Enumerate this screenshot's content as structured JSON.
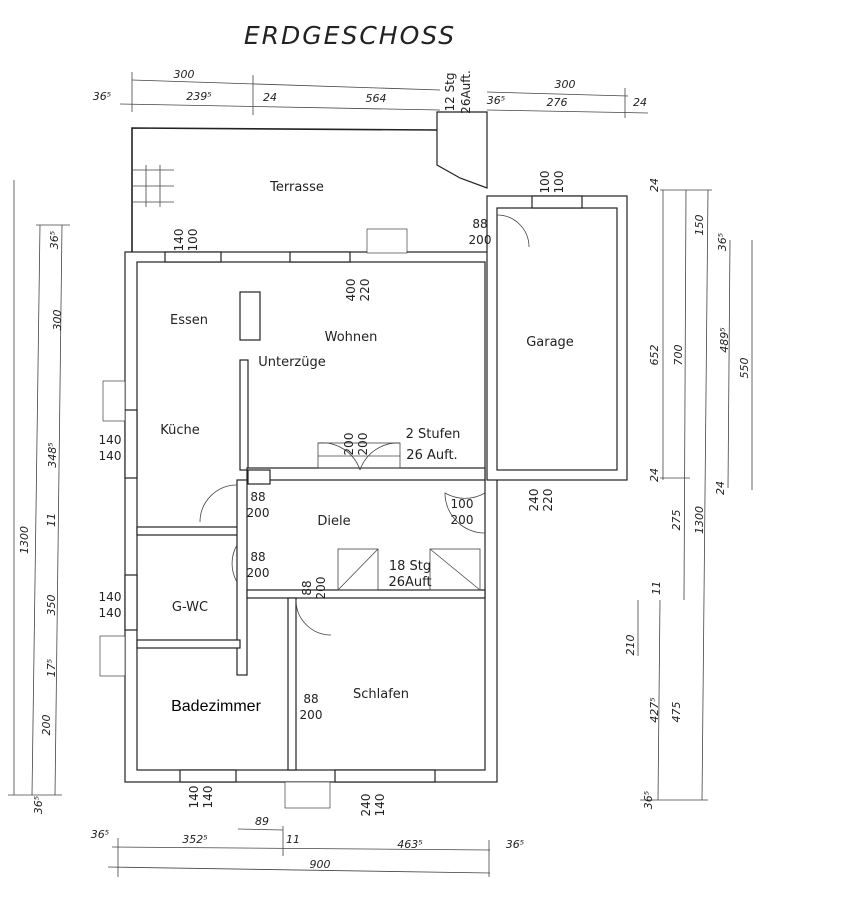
{
  "title": "ERDGESCHOSS",
  "rooms": [
    "Terrasse",
    "Essen",
    "Wohnen",
    "Unterzüge",
    "Garage",
    "Küche",
    "2 Stufen",
    "26 Auft.",
    "Diele",
    "18 Stg",
    "26Auft",
    "G-WC",
    "Badezimmer",
    "Schlafen"
  ],
  "stair_top": [
    "12 Stg",
    "26Auft."
  ],
  "openings": [
    [
      "88",
      "200"
    ],
    [
      "140",
      "100"
    ],
    [
      "400",
      "220"
    ],
    [
      "100",
      "100"
    ],
    [
      "140",
      "140"
    ],
    [
      "140",
      "140"
    ],
    [
      "88",
      "200"
    ],
    [
      "88",
      "200"
    ],
    [
      "88",
      "200"
    ],
    [
      "100",
      "200"
    ],
    [
      "200",
      "200"
    ],
    [
      "88",
      "200"
    ],
    [
      "140",
      "140"
    ],
    [
      "240",
      "140"
    ],
    [
      "240",
      "220"
    ]
  ],
  "dims_top": [
    "300",
    "36⁵",
    "239⁵",
    "24",
    "564",
    "300",
    "36⁵",
    "276",
    "24"
  ],
  "dims_right": [
    "24",
    "652",
    "24",
    "700",
    "150",
    "36⁵",
    "489⁵",
    "550",
    "24",
    "275",
    "1300",
    "11",
    "210",
    "427⁵",
    "475",
    "36⁵"
  ],
  "dims_left": [
    "36⁵",
    "300",
    "348⁵",
    "11",
    "1300",
    "350",
    "17⁵",
    "200",
    "36⁵"
  ],
  "dims_bottom": [
    "36⁵",
    "352⁵",
    "89",
    "11",
    "463⁵",
    "36⁵",
    "900"
  ]
}
